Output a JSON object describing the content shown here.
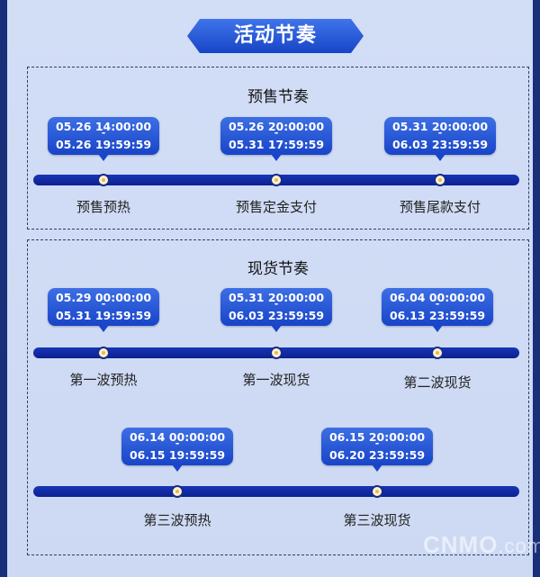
{
  "title": "活动节奏",
  "presale": {
    "title": "预售节奏",
    "items": [
      {
        "start": "05.26 14:00:00",
        "sep": "-",
        "end": "05.26 19:59:59",
        "label": "预售预热"
      },
      {
        "start": "05.26 20:00:00",
        "sep": "-",
        "end": "05.31 17:59:59",
        "label": "预售定金支付"
      },
      {
        "start": "05.31 20:00:00",
        "sep": "-",
        "end": "06.03 23:59:59",
        "label": "预售尾款支付"
      }
    ]
  },
  "spot": {
    "title": "现货节奏",
    "row1": [
      {
        "start": "05.29 00:00:00",
        "sep": "-",
        "end": "05.31 19:59:59",
        "label": "第一波预热"
      },
      {
        "start": "05.31 20:00:00",
        "sep": "-",
        "end": "06.03 23:59:59",
        "label": "第一波现货"
      },
      {
        "start": "06.04 00:00:00",
        "sep": "-",
        "end": "06.13 23:59:59",
        "label": "第二波现货"
      }
    ],
    "row2": [
      {
        "start": "06.14 00:00:00",
        "sep": "-",
        "end": "06.15 19:59:59",
        "label": "第三波预热"
      },
      {
        "start": "06.15 20:00:00",
        "sep": "-",
        "end": "06.20 23:59:59",
        "label": "第三波现货"
      }
    ]
  },
  "watermark": {
    "brand": "CNMO",
    "suffix": ".com"
  },
  "colors": {
    "bar": "#0c1f8e",
    "bubble": "#1845c9",
    "frame": "#1a2f7a",
    "background": "#cdd9f3"
  }
}
